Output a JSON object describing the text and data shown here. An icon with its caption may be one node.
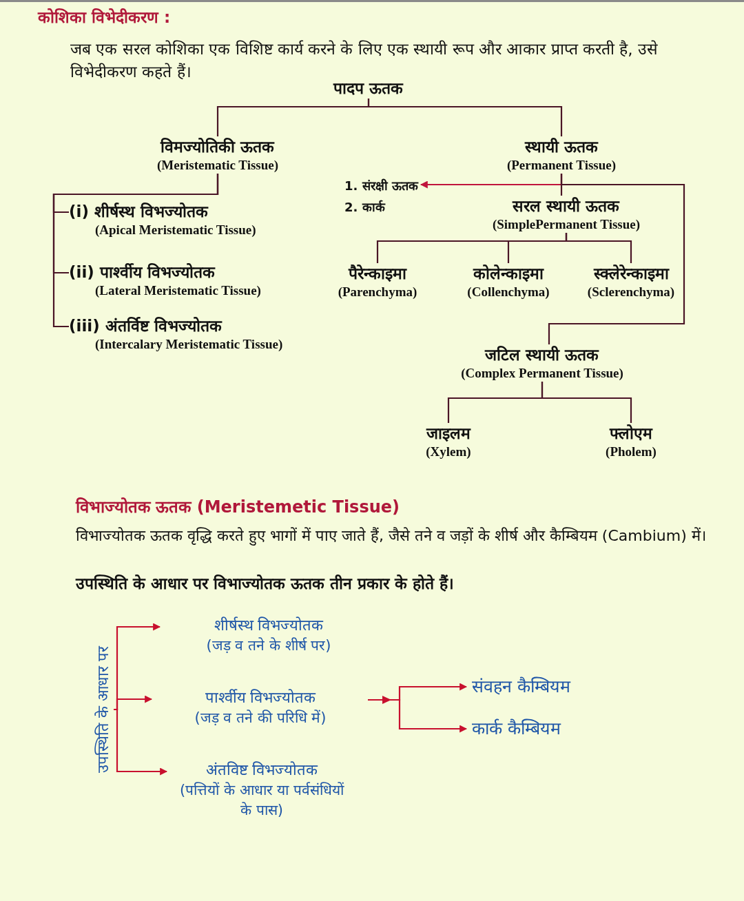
{
  "diagram": {
    "title": "कोशिका विभेदीकरण :",
    "nodes": [
      {
        "text": [
          "पादप ऊतक"
        ]
      },
      {
        "text": [
          "विमज्योतिकी ऊतक",
          "(Meristematic Tissue)"
        ]
      },
      {
        "text": [
          "स्थायी ऊतक",
          "(Permanent Tissue)"
        ]
      },
      {
        "text": [
          "(i) शीर्षस्थ विभज्योतक",
          "(Apical Meristematic Tissue)"
        ]
      },
      {
        "text": [
          "(ii) पार्श्वीय विभज्योतक",
          "(Lateral Meristematic Tissue)"
        ]
      },
      {
        "text": [
          "(iii) अंतर्विष्ट विभज्योतक",
          "(Intercalary Meristematic Tissue)"
        ]
      },
      {
        "text": [
          "1. संरक्षी ऊतक"
        ]
      },
      {
        "text": [
          "सरल स्थायी ऊतक",
          "(SimplePermanent Tissue)"
        ]
      },
      {
        "text": [
          "पैरेन्काइमा",
          "(Parenchyma)"
        ]
      },
      {
        "text": [
          "कोलेन्काइमा",
          "(Collenchyma)"
        ]
      },
      {
        "text": [
          "स्क्लेरेन्काइमा",
          "(Sclerenchyma)"
        ]
      },
      {
        "text": [
          "जटिल स्थायी ऊतक",
          "(Complex Permanent Tissue)"
        ]
      },
      {
        "text": [
          "जाइलम",
          "(Xylem)"
        ]
      },
      {
        "text": [
          "फ्लोएम",
          "(Pholem)"
        ]
      },
      {
        "text": [
          "उपस्थिति के आधार पर"
        ]
      },
      {
        "text": [
          "शीर्षस्थ विभज्योतक",
          "(जड़ व तने के शीर्ष पर)"
        ]
      },
      {
        "text": [
          "पार्श्वीय विभज्योतक",
          "(जड़ व तने की परिधि में)"
        ]
      },
      {
        "text": [
          "अंतविष्ट विभज्योतक",
          "(पत्तियों के आधार या पर्वसंधियों के पास)"
        ]
      },
      {
        "text": [
          "संवहन कैम्बियम"
        ]
      },
      {
        "text": [
          "कार्क कैम्बियम"
        ]
      }
    ],
    "edges": [
      {
        "from": 0,
        "to": 1,
        "arrow": "none"
      },
      {
        "from": 0,
        "to": 2,
        "arrow": "none"
      },
      {
        "from": 1,
        "to": 3,
        "arrow": "none"
      },
      {
        "from": 1,
        "to": 4,
        "arrow": "none"
      },
      {
        "from": 1,
        "to": 5,
        "arrow": "none"
      },
      {
        "from": 2,
        "to": 6,
        "arrow": "to",
        "color": "#c0143c"
      },
      {
        "from": 2,
        "to": 7,
        "arrow": "none"
      },
      {
        "from": 7,
        "to": 8,
        "arrow": "none"
      },
      {
        "from": 7,
        "to": 9,
        "arrow": "none"
      },
      {
        "from": 7,
        "to": 10,
        "arrow": "none"
      },
      {
        "from": 2,
        "to": 11,
        "arrow": "none"
      },
      {
        "from": 11,
        "to": 12,
        "arrow": "none"
      },
      {
        "from": 11,
        "to": 13,
        "arrow": "none"
      },
      {
        "from": 14,
        "to": 15,
        "arrow": "to",
        "color": "#c8102e"
      },
      {
        "from": 14,
        "to": 16,
        "arrow": "to",
        "color": "#c8102e"
      },
      {
        "from": 14,
        "to": 17,
        "arrow": "to",
        "color": "#c8102e"
      },
      {
        "from": 16,
        "to": 18,
        "arrow": "to",
        "color": "#c8102e"
      },
      {
        "from": 16,
        "to": 19,
        "arrow": "to",
        "color": "#c8102e"
      }
    ],
    "labels": [
      "जब एक सरल कोशिका एक विशिष्ट कार्य करने के लिए एक स्थायी रूप और आकार प्राप्त करती है, उसे विभेदीकरण कहते हैं।",
      "2. कार्क",
      "विभाज्योतक ऊतक (Meristemetic Tissue)",
      "विभाज्योतक ऊतक वृद्धि करते हुए भागों में पाए जाते हैं, जैसे तने व जड़ों के शीर्ष और कैम्बियम (Cambium) में।",
      "उपस्थिति के आधार पर विभाज्योतक ऊतक तीन प्रकार के होते हैं।"
    ]
  }
}
